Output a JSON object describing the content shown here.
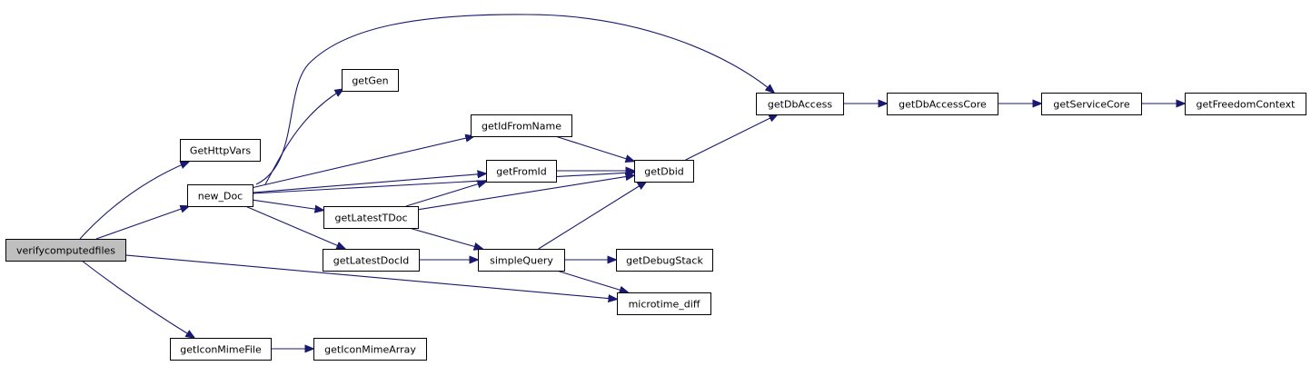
{
  "colors": {
    "edge": "#191970",
    "node_fill": "#ffffff",
    "root_fill": "#bfbfbf",
    "border": "#000000"
  },
  "nodes": [
    {
      "id": "verifycomputedfiles",
      "label": "verifycomputedfiles",
      "root": true
    },
    {
      "id": "GetHttpVars",
      "label": "GetHttpVars"
    },
    {
      "id": "new_Doc",
      "label": "new_Doc"
    },
    {
      "id": "getIconMimeFile",
      "label": "getIconMimeFile"
    },
    {
      "id": "getIconMimeArray",
      "label": "getIconMimeArray"
    },
    {
      "id": "getGen",
      "label": "getGen"
    },
    {
      "id": "getIdFromName",
      "label": "getIdFromName"
    },
    {
      "id": "getFromId",
      "label": "getFromId"
    },
    {
      "id": "getLatestTDoc",
      "label": "getLatestTDoc"
    },
    {
      "id": "getLatestDocId",
      "label": "getLatestDocId"
    },
    {
      "id": "simpleQuery",
      "label": "simpleQuery"
    },
    {
      "id": "getDbid",
      "label": "getDbid"
    },
    {
      "id": "getDebugStack",
      "label": "getDebugStack"
    },
    {
      "id": "microtime_diff",
      "label": "microtime_diff"
    },
    {
      "id": "getDbAccess",
      "label": "getDbAccess"
    },
    {
      "id": "getDbAccessCore",
      "label": "getDbAccessCore"
    },
    {
      "id": "getServiceCore",
      "label": "getServiceCore"
    },
    {
      "id": "getFreedomContext",
      "label": "getFreedomContext"
    }
  ],
  "edges": [
    {
      "from": "verifycomputedfiles",
      "to": "GetHttpVars"
    },
    {
      "from": "verifycomputedfiles",
      "to": "new_Doc"
    },
    {
      "from": "verifycomputedfiles",
      "to": "microtime_diff"
    },
    {
      "from": "verifycomputedfiles",
      "to": "getIconMimeFile"
    },
    {
      "from": "new_Doc",
      "to": "getGen"
    },
    {
      "from": "new_Doc",
      "to": "getDbAccess"
    },
    {
      "from": "new_Doc",
      "to": "getIdFromName"
    },
    {
      "from": "new_Doc",
      "to": "getFromId"
    },
    {
      "from": "new_Doc",
      "to": "getLatestTDoc"
    },
    {
      "from": "new_Doc",
      "to": "getLatestDocId"
    },
    {
      "from": "new_Doc",
      "to": "getDbid"
    },
    {
      "from": "getIdFromName",
      "to": "getDbid"
    },
    {
      "from": "getFromId",
      "to": "getDbid"
    },
    {
      "from": "getLatestTDoc",
      "to": "getFromId"
    },
    {
      "from": "getLatestTDoc",
      "to": "getDbid"
    },
    {
      "from": "getLatestTDoc",
      "to": "simpleQuery"
    },
    {
      "from": "getLatestDocId",
      "to": "simpleQuery"
    },
    {
      "from": "simpleQuery",
      "to": "getDbid"
    },
    {
      "from": "simpleQuery",
      "to": "getDebugStack"
    },
    {
      "from": "simpleQuery",
      "to": "microtime_diff"
    },
    {
      "from": "getDbid",
      "to": "getDbAccess"
    },
    {
      "from": "getDbAccess",
      "to": "getDbAccessCore"
    },
    {
      "from": "getDbAccessCore",
      "to": "getServiceCore"
    },
    {
      "from": "getServiceCore",
      "to": "getFreedomContext"
    },
    {
      "from": "getIconMimeFile",
      "to": "getIconMimeArray"
    }
  ]
}
